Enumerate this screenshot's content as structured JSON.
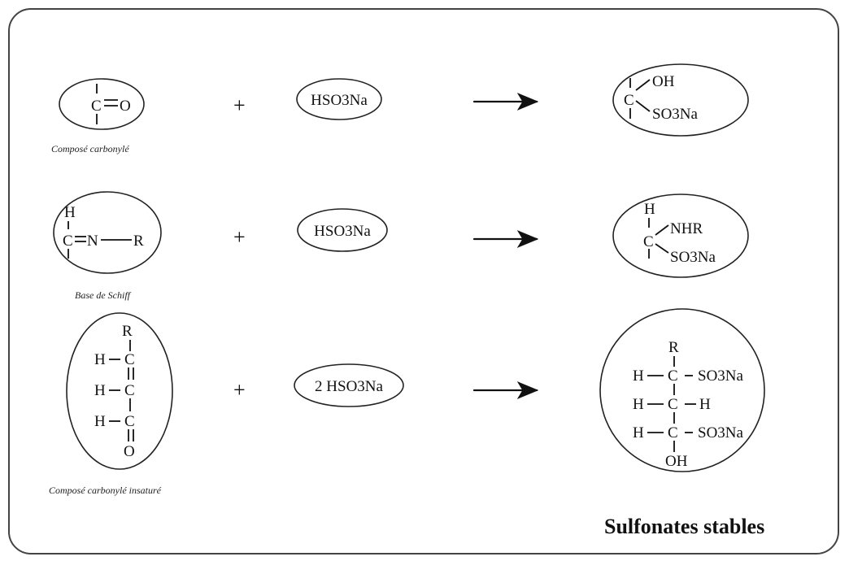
{
  "reactions": [
    {
      "label": "Composé carbonylé",
      "reactant": {
        "C": "C",
        "O": "O"
      },
      "plus": "+",
      "reagent": "HSO3Na",
      "product": {
        "C": "C",
        "top": "OH",
        "bottom": "SO3Na"
      }
    },
    {
      "label": "Base de Schiff",
      "reactant": {
        "H": "H",
        "C": "C",
        "N": "N",
        "R": "R"
      },
      "plus": "+",
      "reagent": "HSO3Na",
      "product": {
        "H": "H",
        "C": "C",
        "top": "NHR",
        "bottom": "SO3Na"
      }
    },
    {
      "label": "Composé carbonylé insaturé",
      "reactant": {
        "R": "R",
        "H1": "H",
        "C1": "C",
        "H2": "H",
        "C2": "C",
        "H3": "H",
        "C3": "C",
        "O": "O"
      },
      "plus": "+",
      "reagent": "2 HSO3Na",
      "product": {
        "R": "R",
        "H1": "H",
        "C1": "C",
        "S1": "SO3Na",
        "H2": "H",
        "C2": "C",
        "Hright": "H",
        "H3": "H",
        "C3": "C",
        "S3": "SO3Na",
        "OH": "OH"
      }
    }
  ],
  "footer_title": "Sulfonates stables"
}
